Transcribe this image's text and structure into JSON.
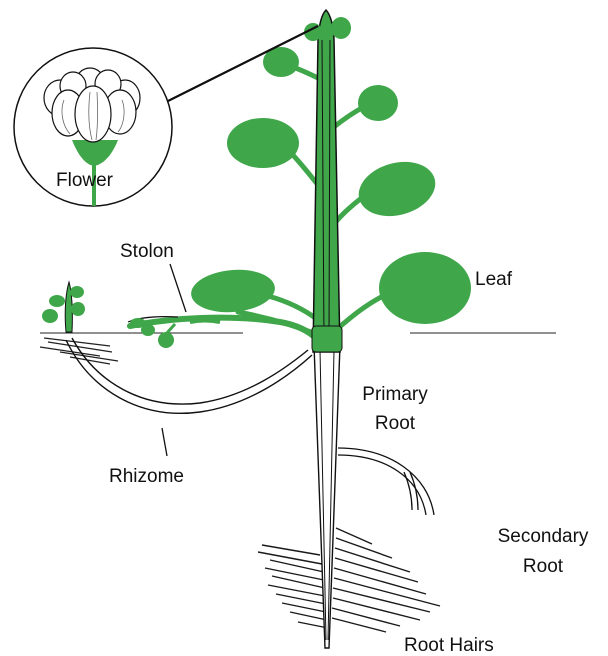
{
  "labels": {
    "flower": "Flower",
    "stolon": "Stolon",
    "leaf": "Leaf",
    "primary_root_1": "Primary",
    "primary_root_2": "Root",
    "rhizome": "Rhizome",
    "secondary_root_1": "Secondary",
    "secondary_root_2": "Root",
    "root_hairs": "Root Hairs"
  },
  "colors": {
    "plant_green": "#3fa64a",
    "outline": "#111111",
    "root_fill": "#ffffff"
  }
}
